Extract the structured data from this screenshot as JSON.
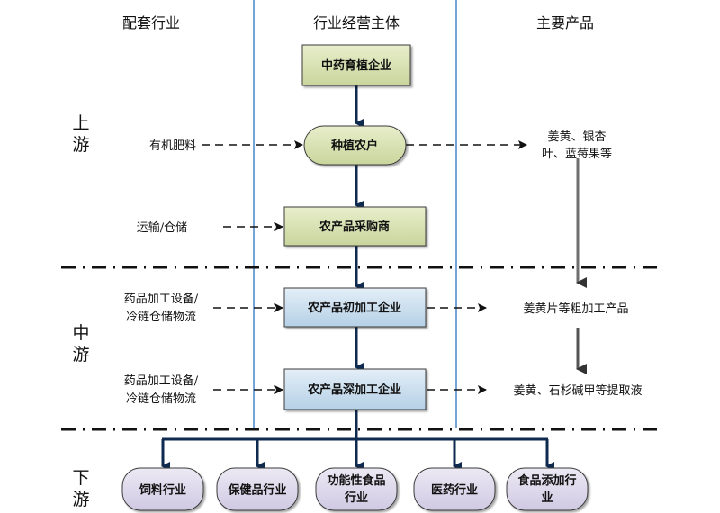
{
  "headers": {
    "supporting": "配套行业",
    "operators": "行业经营主体",
    "products": "主要产品"
  },
  "stages": {
    "upstream": [
      "上",
      "游"
    ],
    "midstream": [
      "中",
      "游"
    ],
    "downstream": [
      "下",
      "游"
    ]
  },
  "nodes": {
    "seedling": "中药育植企业",
    "farmers": "种植农户",
    "purchaser": "农产品采购商",
    "primary_processing": "农产品初加工企业",
    "deep_processing": "农产品深加工企业"
  },
  "supporting_inputs": {
    "fertilizer": "有机肥料",
    "transport": "运输/仓储",
    "equipment_1": [
      "药品加工设备/",
      "冷链仓储物流"
    ],
    "equipment_2": [
      "药品加工设备/",
      "冷链仓储物流"
    ]
  },
  "products": {
    "raw": [
      "姜黄、银杏",
      "叶、蓝莓果等"
    ],
    "rough": "姜黄片等粗加工产品",
    "extract": "姜黄、石杉碱甲等提取液"
  },
  "downstream_industries": [
    {
      "lines": [
        "饲料行业"
      ]
    },
    {
      "lines": [
        "保健品行业"
      ]
    },
    {
      "lines": [
        "功能性食品",
        "行业"
      ]
    },
    {
      "lines": [
        "医药行业"
      ]
    },
    {
      "lines": [
        "食品添加行",
        "业"
      ]
    }
  ],
  "colors": {
    "green_box": "#d6e0b0",
    "blue_box": "#c7dcec",
    "purple_box": "#dcd8ea",
    "arrow_navy": "#0f2a4f",
    "column_line": "#4a86c8",
    "gray_arrow": "#6e6e6e"
  }
}
